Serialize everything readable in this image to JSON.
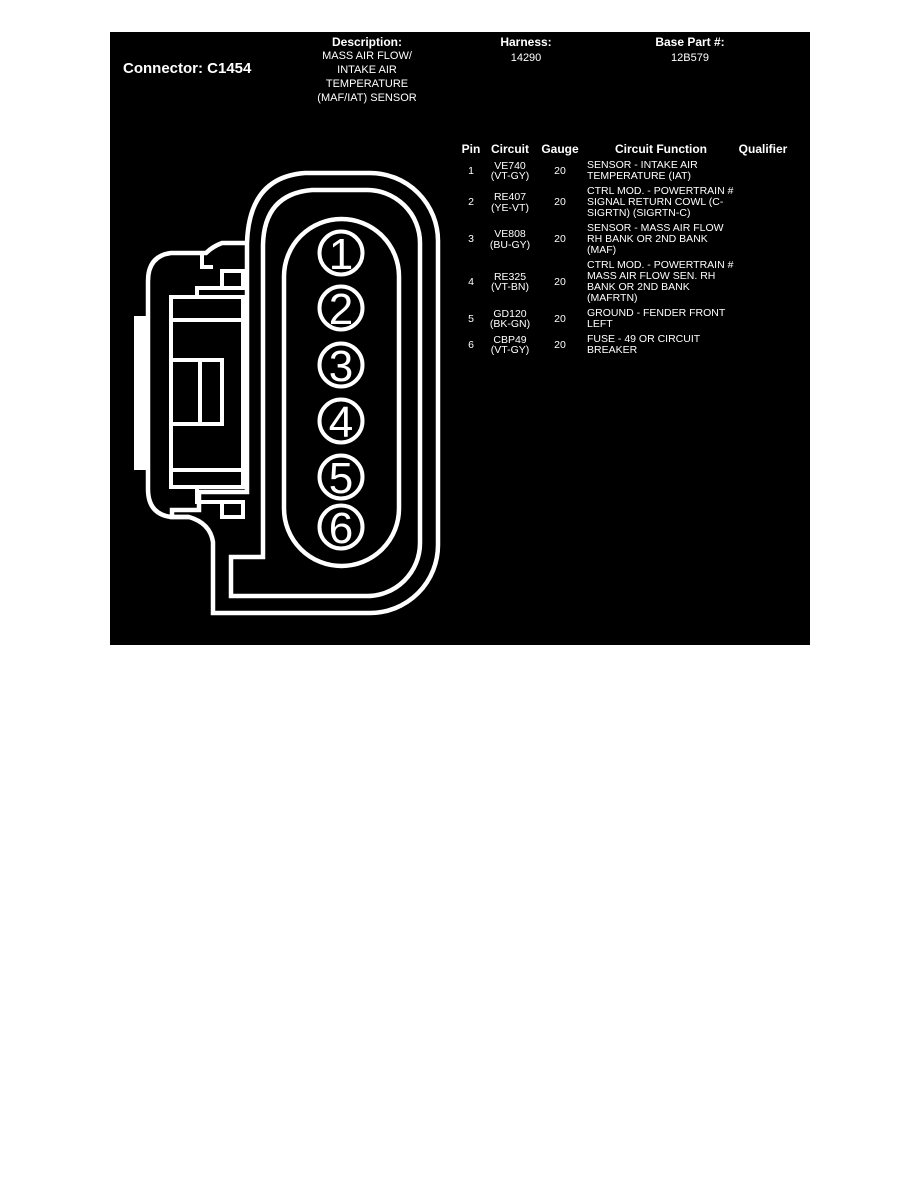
{
  "panel": {
    "background": "#000000",
    "foreground": "#ffffff"
  },
  "header": {
    "connector_label": "Connector: C1454",
    "description_label": "Description:",
    "description_lines": [
      "MASS AIR FLOW/",
      "INTAKE AIR",
      "TEMPERATURE",
      "(MAF/IAT) SENSOR"
    ],
    "harness_label": "Harness:",
    "harness_value": "14290",
    "base_part_label": "Base Part #:",
    "base_part_value": "12B579"
  },
  "pin_table": {
    "columns": [
      "Pin",
      "Circuit",
      "Gauge",
      "Circuit Function",
      "Qualifier"
    ],
    "rows": [
      {
        "pin": "1",
        "circuit": "VE740",
        "color": "(VT-GY)",
        "gauge": "20",
        "function": "SENSOR - INTAKE AIR TEMPERATURE (IAT)",
        "qualifier": ""
      },
      {
        "pin": "2",
        "circuit": "RE407",
        "color": "(YE-VT)",
        "gauge": "20",
        "function": "CTRL MOD. - POWERTRAIN # SIGNAL RETURN COWL (C-SIGRTN) (SIGRTN-C)",
        "qualifier": ""
      },
      {
        "pin": "3",
        "circuit": "VE808",
        "color": "(BU-GY)",
        "gauge": "20",
        "function": "SENSOR - MASS AIR FLOW RH BANK OR 2ND BANK (MAF)",
        "qualifier": ""
      },
      {
        "pin": "4",
        "circuit": "RE325",
        "color": "(VT-BN)",
        "gauge": "20",
        "function": "CTRL MOD. - POWERTRAIN # MASS AIR FLOW SEN. RH BANK OR 2ND BANK (MAFRTN)",
        "qualifier": ""
      },
      {
        "pin": "5",
        "circuit": "GD120",
        "color": "(BK-GN)",
        "gauge": "20",
        "function": "GROUND - FENDER FRONT LEFT",
        "qualifier": ""
      },
      {
        "pin": "6",
        "circuit": "CBP49",
        "color": "(VT-GY)",
        "gauge": "20",
        "function": "FUSE - 49 OR CIRCUIT BREAKER",
        "qualifier": ""
      }
    ]
  },
  "connector_view": {
    "pins": [
      "1",
      "2",
      "3",
      "4",
      "5",
      "6"
    ]
  }
}
